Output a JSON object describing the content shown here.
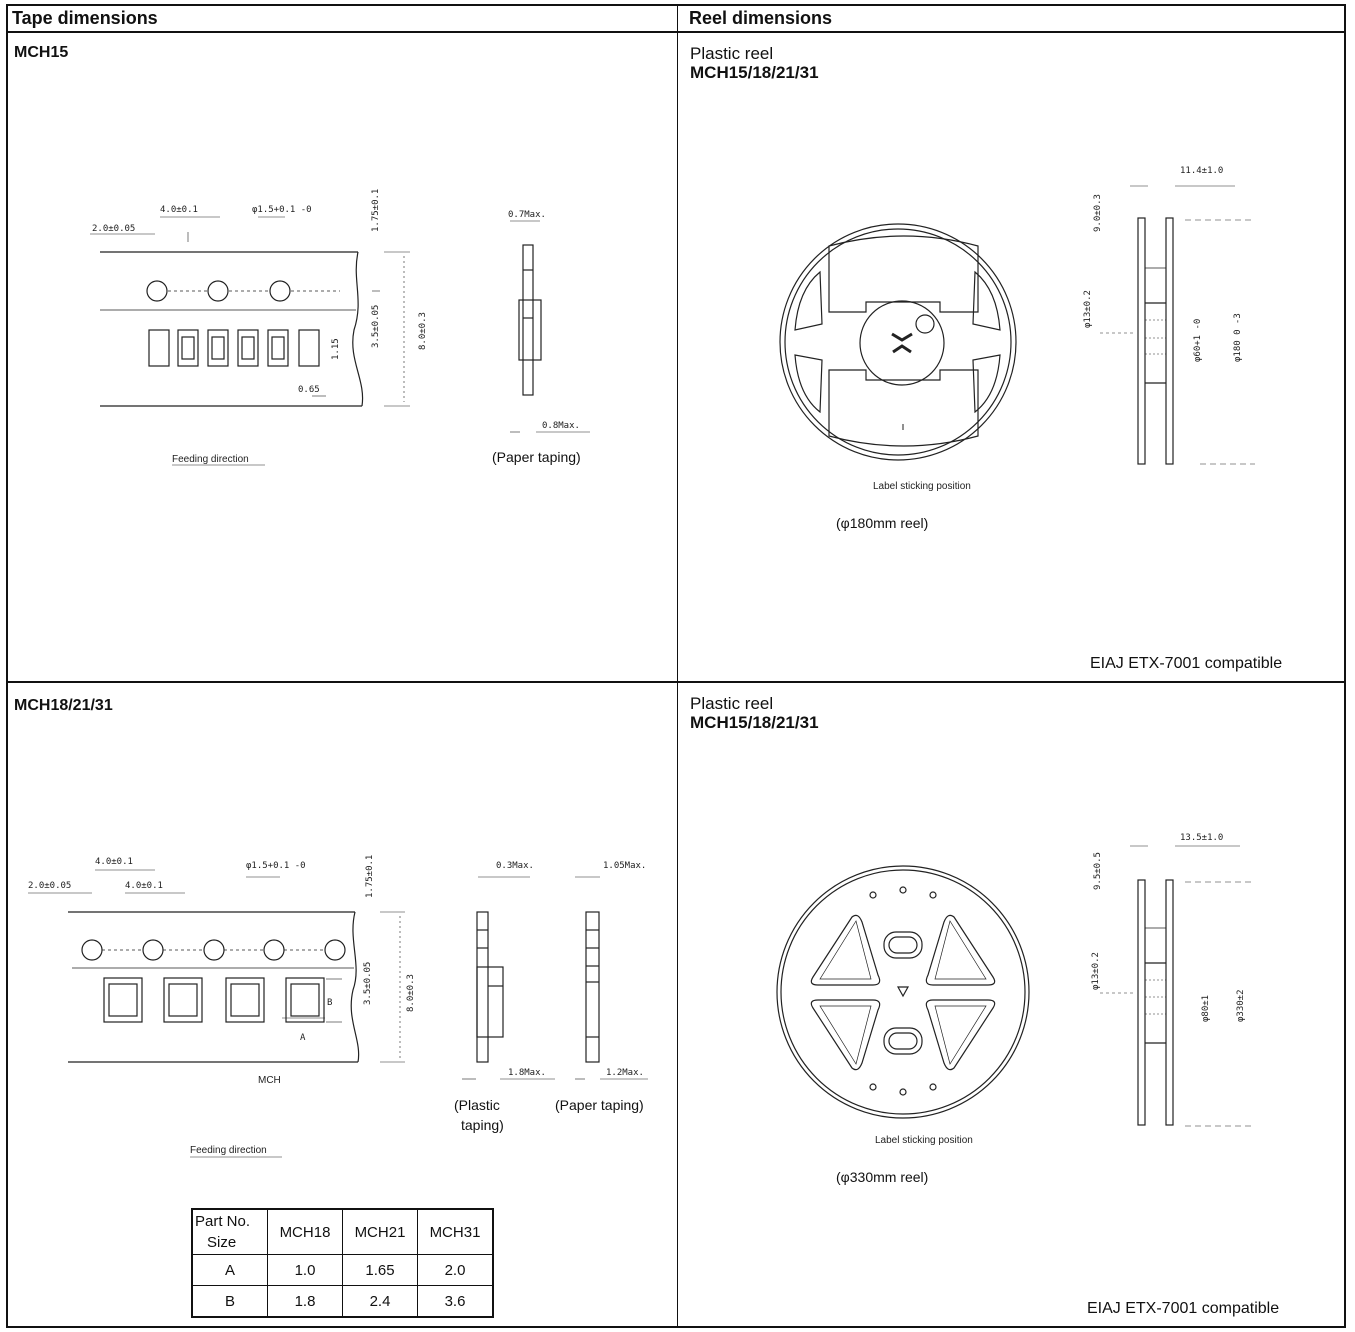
{
  "headers": {
    "tape": "Tape dimensions",
    "reel": "Reel dimensions"
  },
  "top_left": {
    "title": "MCH15",
    "dims": {
      "pitch": "4.0±0.1",
      "hole": "φ1.5+0.1 -0",
      "offset": "2.0±0.05",
      "edge": "1.75±0.1",
      "width": "8.0±0.3",
      "row": "3.5±0.05",
      "cavity": "1.15",
      "gap": "0.65",
      "max_top": "0.7Max.",
      "max_bottom": "0.8Max."
    },
    "feeding": "Feeding direction",
    "taping": "(Paper taping)"
  },
  "top_right": {
    "line1": "Plastic reel",
    "line2": "MCH15/18/21/31",
    "caption": "(φ180mm reel)",
    "label_pos": "Label sticking position",
    "dims": {
      "a": "9.0±0.3",
      "b": "11.4±1.0",
      "c": "φ13±0.2",
      "d": "φ60+1 -0",
      "e": "φ180 0 -3"
    },
    "compat": "EIAJ ETX-7001 compatible"
  },
  "bottom_left": {
    "title": "MCH18/21/31",
    "dims": {
      "pitch1": "4.0±0.1",
      "pitch2": "4.0±0.1",
      "offset": "2.0±0.05",
      "hole": "φ1.5+0.1 -0",
      "edge": "1.75±0.1",
      "width": "8.0±0.3",
      "row": "3.5±0.05",
      "a": "A",
      "b": "B",
      "max1": "0.3Max.",
      "max2": "1.05Max.",
      "max3": "1.8Max.",
      "max4": "1.2Max."
    },
    "mch": "MCH",
    "plastic1": "(Plastic",
    "plastic2": "taping)",
    "paper": "(Paper taping)",
    "feeding": "Feeding direction",
    "table": {
      "corner_top": "Part No.",
      "corner_bottom": "Size",
      "cols": [
        "MCH18",
        "MCH21",
        "MCH31"
      ],
      "rows": [
        {
          "label": "A",
          "values": [
            "1.0",
            "1.65",
            "2.0"
          ]
        },
        {
          "label": "B",
          "values": [
            "1.8",
            "2.4",
            "3.6"
          ]
        }
      ]
    }
  },
  "bottom_right": {
    "line1": "Plastic reel",
    "line2": "MCH15/18/21/31",
    "caption": "(φ330mm reel)",
    "label_pos": "Label sticking position",
    "dims": {
      "a": "9.5±0.5",
      "b": "13.5±1.0",
      "c": "φ13±0.2",
      "d": "φ80±1",
      "e": "φ330±2"
    },
    "compat": "EIAJ ETX-7001 compatible"
  }
}
